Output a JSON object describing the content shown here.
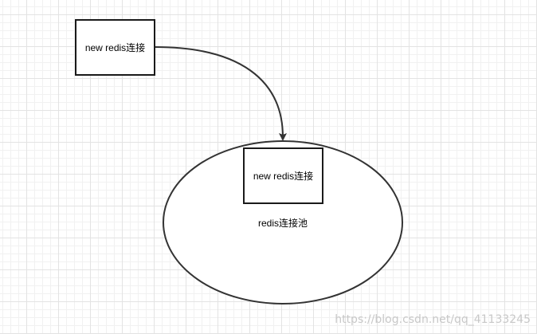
{
  "diagram": {
    "source_node": {
      "label": "new redis连接"
    },
    "pool": {
      "label": "redis连接池",
      "inner_node": {
        "label": "new redis连接"
      }
    },
    "edge": {
      "from": "source_node",
      "to": "pool",
      "style": "curved-arrow"
    }
  },
  "watermark": {
    "text": "https://blog.csdn.net/qq_41133245"
  },
  "colors": {
    "stroke": "#333333",
    "background": "#ffffff",
    "grid": "#e3e3e3",
    "watermark": "#c8c8c8"
  }
}
